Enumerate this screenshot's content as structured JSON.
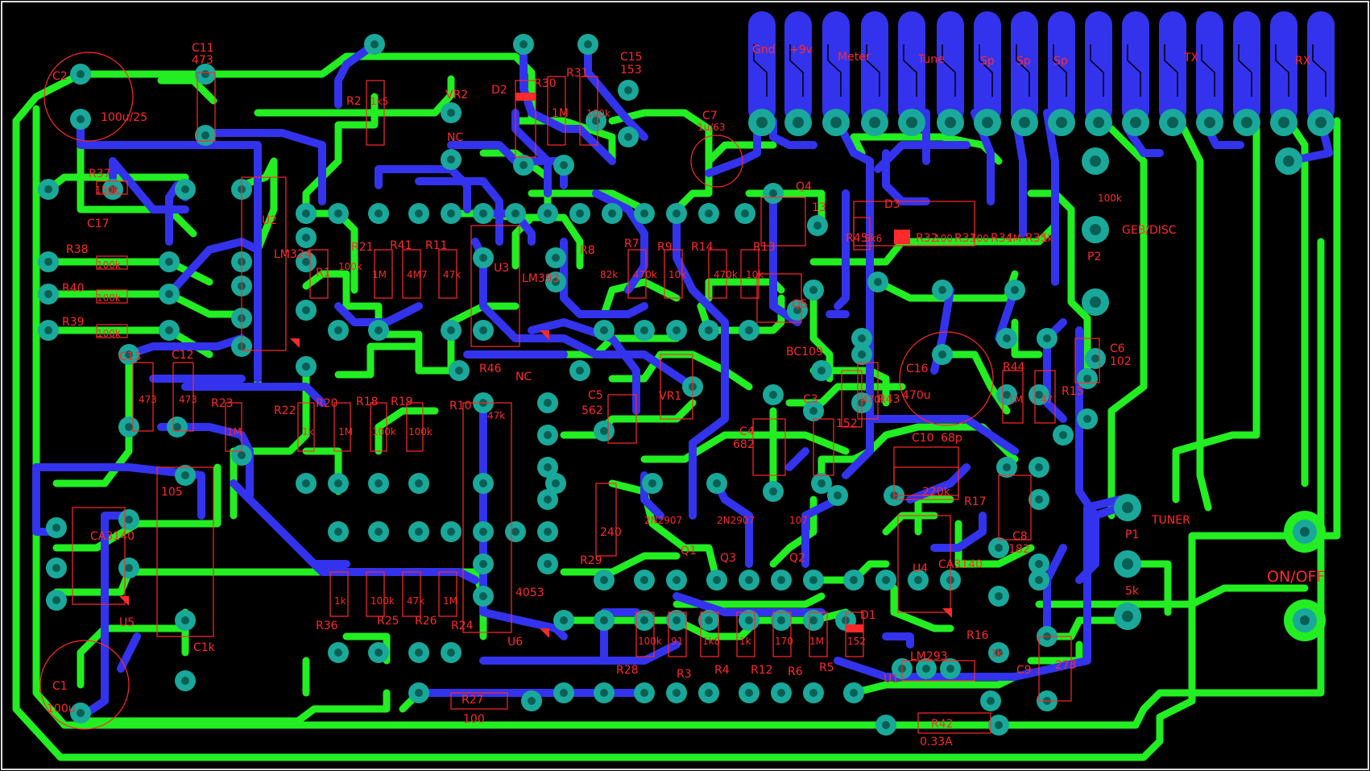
{
  "colors": {
    "background": "#000000",
    "top_copper": "#22ee22",
    "bottom_copper": "#3333ee",
    "pad": "#1aa89a",
    "pad_hole": "#0a5f55",
    "silkscreen": "#ff2a2a"
  },
  "connector_labels": {
    "gnd": "Gnd",
    "v9": "+9v",
    "meter": "Meter",
    "tune": "Tune",
    "sp1": "Sp",
    "sp2": "Sp",
    "sp3": "Sp",
    "tx": "TX",
    "rx": "RX"
  },
  "switch_label": "ON/OFF",
  "components": {
    "c2": "C2",
    "c2v": "100u/25",
    "c11": "C11",
    "c11v": "473",
    "r2": "R2",
    "r2v": "1k5",
    "vr2": "VR2",
    "nc1": "NC",
    "d2": "D2",
    "r30": "R30",
    "r30v": "1M",
    "r31": "R31",
    "r31v": "100k",
    "c15": "C15",
    "c15v": "153",
    "c7": "C7",
    "c7v": "1u/63",
    "r37": "R37",
    "r37v": "150k",
    "c17": "C17",
    "u2": "U2",
    "lm324": "LM324",
    "r38": "R38",
    "r38v": "100k",
    "r40": "R40",
    "r40v": "100k",
    "r39": "R39",
    "r39v": "100k",
    "r1": "R1",
    "r1v": "100k",
    "r21": "R21",
    "r21v": "1M",
    "r41": "R41",
    "r41v": "4M7",
    "r11": "R11",
    "r11v": "47k",
    "u3": "U3",
    "lm393": "LM393",
    "r8": "R8",
    "r8v": "82k",
    "r7": "R7",
    "r7v": "470k",
    "r9": "R9",
    "r9v": "10k",
    "r14": "R14",
    "r14v": "470k",
    "r13": "R13",
    "r13v": "10k",
    "q4": "Q4",
    "q4v": "13",
    "q5": "Q5",
    "bc109": "BC109",
    "r45": "R45",
    "r45v": "5k6",
    "d3": "D3",
    "r32": "R32",
    "r32v": "100",
    "r33": "R33",
    "r33v": "100",
    "r34": "R34",
    "r34v": "1M",
    "r35": "R35",
    "r35v": "1k",
    "p2v": "100k",
    "p2": "P2",
    "p2lbl": "GEB/DISC",
    "c13": "C13",
    "c13v": "473",
    "c12": "C12",
    "c12v": "473",
    "r23": "R23",
    "r23v": "1M",
    "r22": "R22",
    "r22v": "1k",
    "r20": "R20",
    "r20v": "1M",
    "r18": "R18",
    "r18v": "100k",
    "r19": "R19",
    "r19v": "100k",
    "r10": "R10",
    "r10v": "47k",
    "r46": "R46",
    "nc2": "NC",
    "c5": "C5",
    "c5v": "562",
    "vr1": "VR1",
    "c4": "C4",
    "c4v": "682",
    "c3": "C3",
    "r152": "152",
    "r43": "R43",
    "r43v": "470k",
    "c16": "C16",
    "c16v": "470u",
    "r44": "R44",
    "r44v": "1M",
    "r15": "R15",
    "r15v": "47",
    "c6": "C6",
    "c6v": "102",
    "c10": "C10",
    "c10v": "68p",
    "r17": "R17",
    "r17v": "220k",
    "c8": "C8",
    "c8v": "182",
    "p1": "P1",
    "p1v": "5k",
    "tuner": "TUNER",
    "u5": "U5",
    "ca3140a": "CA3140",
    "c105": "105",
    "c1k": "C1k",
    "c1": "C1",
    "c1v": "100u",
    "r36": "R36",
    "r36v": "1k",
    "r25": "R25",
    "r25v": "100k",
    "r26": "R26",
    "r26v": "47k",
    "r24": "R24",
    "r24v": "1M",
    "u6": "U6",
    "u6v": "4053",
    "r27": "R27",
    "r27v": "100",
    "r29": "R29",
    "r29v": "240",
    "q1": "Q1",
    "q1v": "2N2907",
    "q3": "Q3",
    "q3v": "2N2907",
    "q2": "Q2",
    "q2v": "107",
    "r28": "R28",
    "r28v": "100k",
    "r3": "R3",
    "r3v": "91",
    "r4": "R4",
    "r4v": "1k8",
    "r12": "R12",
    "r12v": "1k",
    "r6": "R6",
    "r6v": "170",
    "r5": "R5",
    "r5v": "1M",
    "d1": "D1",
    "d1v": "152",
    "u1": "U1",
    "lm293": "LM293",
    "u4": "U4",
    "ca3140b": "CA3140",
    "r16": "R16",
    "r16v": "1k",
    "c9": "C9",
    "c9v": "273",
    "r42": "R42",
    "r42v": "0.33A"
  }
}
